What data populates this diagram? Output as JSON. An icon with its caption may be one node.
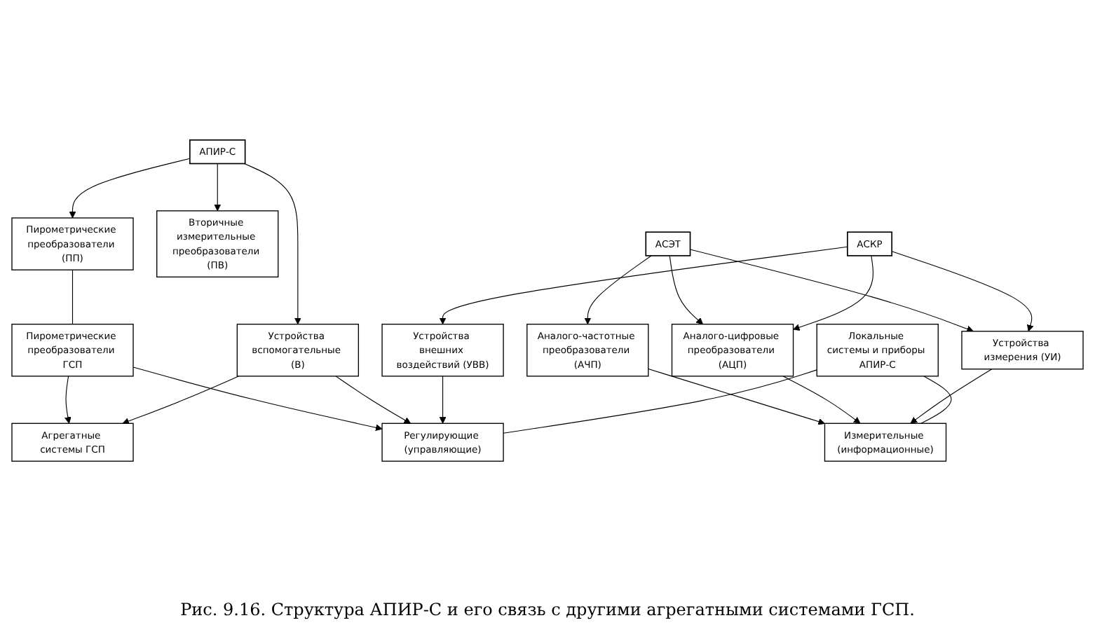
{
  "diagram": {
    "caption": "Рис. 9.16. Структура АПИР-С и его связь с другими агрегатными системами ГСП.",
    "nodes": [
      {
        "text": [
          "АПИР-С"
        ]
      },
      {
        "text": [
          "Пирометрические преобразователи (ПП)"
        ]
      },
      {
        "text": [
          "Вторичные измерительные преобразователи (ПВ)"
        ]
      },
      {
        "text": [
          "Устройства вспомогательные (В)"
        ]
      },
      {
        "text": [
          "АСЭТ"
        ]
      },
      {
        "text": [
          "АСКР"
        ]
      },
      {
        "text": [
          "Аналого-частотные преобразователи (АЧП)"
        ]
      },
      {
        "text": [
          "Аналого-цифровые преобразователи (АЦП)"
        ]
      },
      {
        "text": [
          "Устройства измерения (УИ)"
        ]
      },
      {
        "text": [
          "Устройства внешних воздействий (УВВ)"
        ]
      },
      {
        "text": [
          "Пирометрические преобразователи ГСП"
        ]
      },
      {
        "text": [
          "Агрегатные системы ГСП"
        ]
      },
      {
        "text": [
          "Измерительные (информационные)"
        ]
      },
      {
        "text": [
          "Локальные системы и приборы АПИР-С"
        ]
      },
      {
        "text": [
          "Регулирующие (управляющие)"
        ]
      }
    ],
    "edges": [
      {
        "from": 0,
        "to": 1,
        "arrow": "to"
      },
      {
        "from": 0,
        "to": 2,
        "arrow": "to"
      },
      {
        "from": 0,
        "to": 3,
        "arrow": "to"
      },
      {
        "from": 4,
        "to": 6,
        "arrow": "to"
      },
      {
        "from": 4,
        "to": 7,
        "arrow": "to"
      },
      {
        "from": 4,
        "to": 8,
        "arrow": "to"
      },
      {
        "from": 5,
        "to": 7,
        "arrow": "to"
      },
      {
        "from": 5,
        "to": 8,
        "arrow": "to"
      },
      {
        "from": 5,
        "to": 9,
        "arrow": "to"
      },
      {
        "from": 1,
        "to": 10,
        "arrow": "none"
      },
      {
        "from": 10,
        "to": 11,
        "arrow": "to"
      },
      {
        "from": 10,
        "to": 14,
        "arrow": "to"
      },
      {
        "from": 3,
        "to": 11,
        "arrow": "to"
      },
      {
        "from": 3,
        "to": 14,
        "arrow": "to"
      },
      {
        "from": 6,
        "to": 12,
        "arrow": "to"
      },
      {
        "from": 7,
        "to": 12,
        "arrow": "to"
      },
      {
        "from": 8,
        "to": 12,
        "arrow": "to"
      },
      {
        "from": 9,
        "to": 14,
        "arrow": "to"
      },
      {
        "from": 13,
        "to": 12,
        "arrow": "none"
      },
      {
        "from": 13,
        "to": 14,
        "arrow": "none"
      }
    ]
  }
}
